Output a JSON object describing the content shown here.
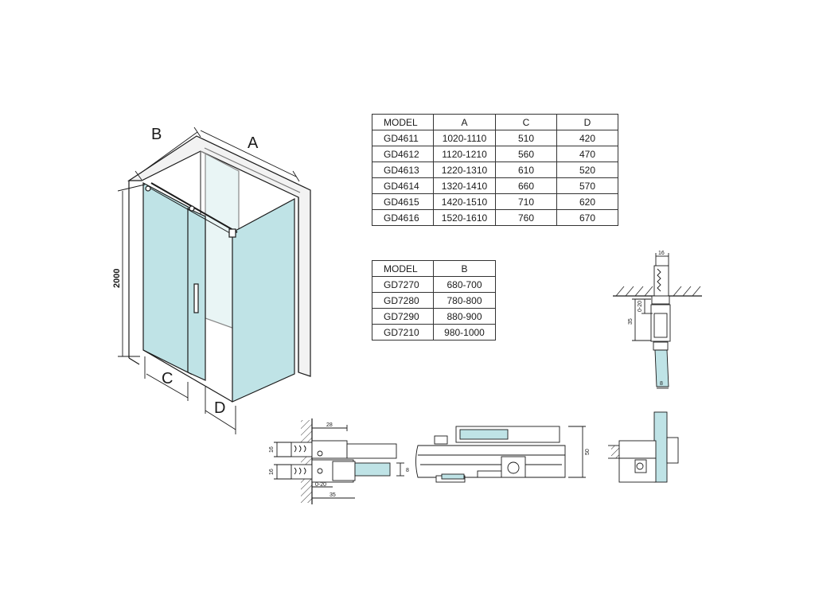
{
  "diagram_labels": {
    "B": "B",
    "A": "A",
    "C": "C",
    "D": "D",
    "height": "2000"
  },
  "table_a": {
    "headers": [
      "MODEL",
      "A",
      "C",
      "D"
    ],
    "rows": [
      [
        "GD4611",
        "1020-1110",
        "510",
        "420"
      ],
      [
        "GD4612",
        "1120-1210",
        "560",
        "470"
      ],
      [
        "GD4613",
        "1220-1310",
        "610",
        "520"
      ],
      [
        "GD4614",
        "1320-1410",
        "660",
        "570"
      ],
      [
        "GD4615",
        "1420-1510",
        "710",
        "620"
      ],
      [
        "GD4616",
        "1520-1610",
        "760",
        "670"
      ]
    ]
  },
  "table_b": {
    "headers": [
      "MODEL",
      "B"
    ],
    "rows": [
      [
        "GD7270",
        "680-700"
      ],
      [
        "GD7280",
        "780-800"
      ],
      [
        "GD7290",
        "880-900"
      ],
      [
        "GD7210",
        "980-1000"
      ]
    ]
  },
  "detail_dims": {
    "profile_top_width": "16",
    "profile_adjust": "0-20",
    "profile_depth": "35",
    "glass_thickness": "8",
    "plan_top_width": "28",
    "plan_top_16": "16",
    "plan_bottom_16": "16",
    "plan_glass": "8",
    "plan_adjust": "0-20",
    "plan_depth": "35",
    "roller_height": "50"
  },
  "colors": {
    "glass": "#bfe3e6",
    "wall": "#e8e8e8",
    "line": "#1a1a1a"
  }
}
